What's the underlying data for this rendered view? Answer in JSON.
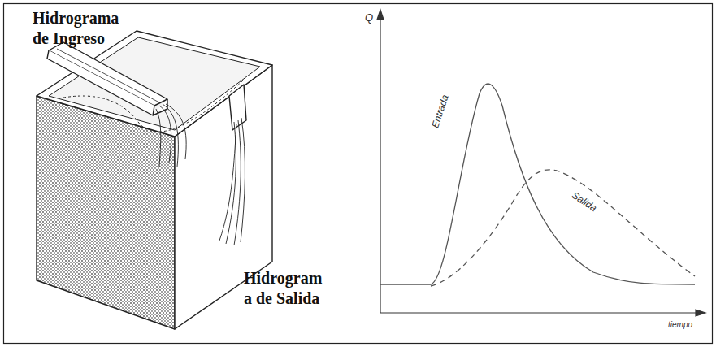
{
  "diagram": {
    "labels": [
      "Hidrograma de Ingreso",
      "Hidrogram a de Salida",
      "Q",
      "Entrada",
      "Salida",
      "tiempo"
    ]
  }
}
